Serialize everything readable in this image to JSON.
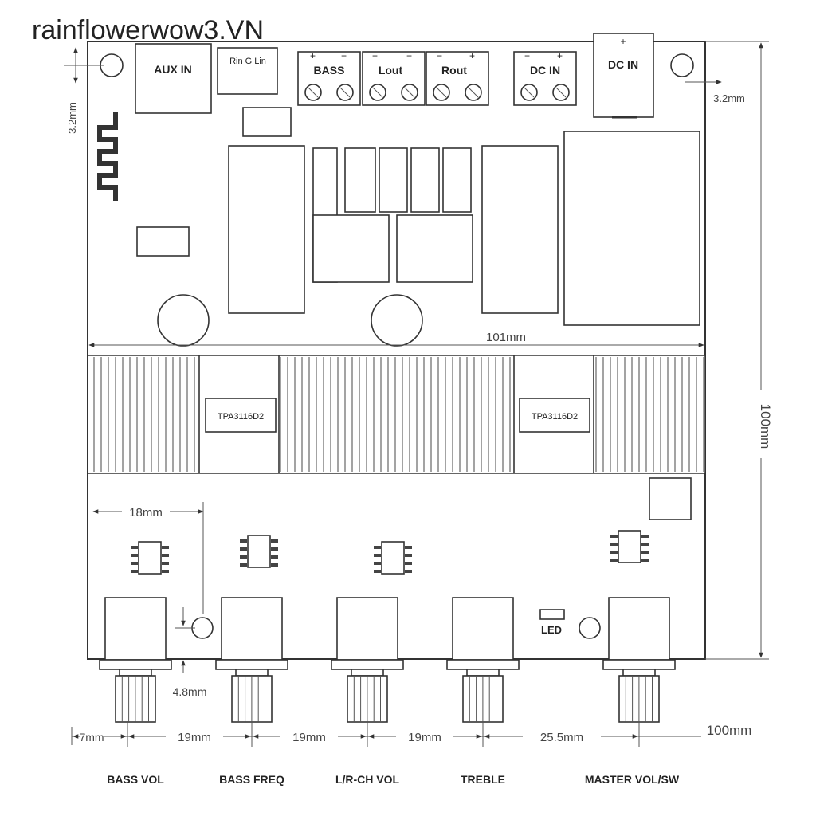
{
  "watermark": "rainflowerwow3.VN",
  "connectors": {
    "aux_in": "AUX IN",
    "rin_g_lin": "Rin G  Lin",
    "bass": "BASS",
    "lout": "Lout",
    "rout": "Rout",
    "dc_in_terminal": "DC IN",
    "dc_in_jack": "DC IN",
    "plus": "+",
    "minus": "−"
  },
  "chips": {
    "amp_left": "TPA3116D2",
    "amp_right": "TPA3116D2"
  },
  "led": "LED",
  "dimensions": {
    "width_101": "101mm",
    "height_100": "100mm",
    "hole_left": "3.2mm",
    "hole_right": "3.2mm",
    "knob_offset": "18mm",
    "knob_hole": "4.8mm",
    "edge_7": "7mm",
    "gap_1": "19mm",
    "gap_2": "19mm",
    "gap_3": "19mm",
    "gap_4": "25.5mm",
    "total_100": "100mm"
  },
  "knobs": [
    "BASS VOL",
    "BASS FREQ",
    "L/R-CH VOL",
    "TREBLE",
    "MASTER VOL/SW"
  ]
}
